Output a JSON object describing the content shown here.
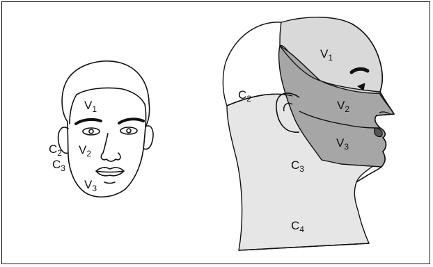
{
  "front_view": {
    "labels": [
      {
        "id": "v1",
        "base": "V",
        "sub": "1"
      },
      {
        "id": "c2",
        "base": "C",
        "sub": "2"
      },
      {
        "id": "v2",
        "base": "V",
        "sub": "2"
      },
      {
        "id": "c3",
        "base": "C",
        "sub": "3"
      },
      {
        "id": "v3",
        "base": "V",
        "sub": "3"
      }
    ]
  },
  "side_view": {
    "labels": [
      {
        "id": "v1",
        "base": "V",
        "sub": "1"
      },
      {
        "id": "c2",
        "base": "C",
        "sub": "2"
      },
      {
        "id": "v2",
        "base": "V",
        "sub": "2"
      },
      {
        "id": "v3",
        "base": "V",
        "sub": "3"
      },
      {
        "id": "c3",
        "base": "C",
        "sub": "3"
      },
      {
        "id": "c4",
        "base": "C",
        "sub": "4"
      }
    ]
  },
  "colors": {
    "outline": "#111111",
    "v1_region": "#d9d9d9",
    "v2_v3_region": "#a6a6a6",
    "cervical_region": "#e6e6e6",
    "c2_region": "#ffffff"
  }
}
